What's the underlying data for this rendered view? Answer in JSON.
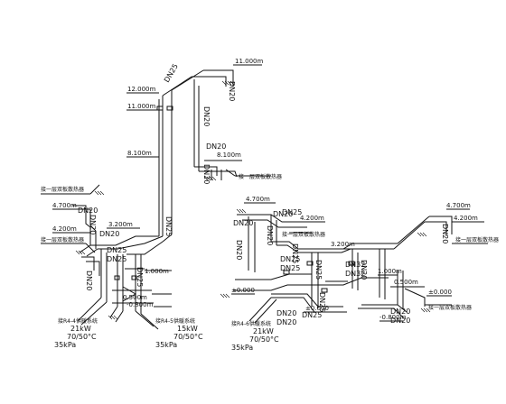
{
  "colors": {
    "line": "#111111",
    "background": "#ffffff"
  },
  "elevations": {
    "e11_top": "11.000m",
    "e12_left": "12.000m",
    "e11_left": "11.000m",
    "e8_left": "8.100m",
    "e8_right": "8.100m",
    "e47_a": "4.700m",
    "e42_a": "4.200m",
    "e32_a": "3.200m",
    "e10_a": "1.000m",
    "e05_a": "0.500m",
    "em08_a": "-0.800m",
    "e47_b": "4.700m",
    "e42_b": "4.200m",
    "e32_b": "3.200m",
    "e10_b": "1.000m",
    "e00_b": "±0.000",
    "e05_b": "0.500m",
    "e00_c": "±0.000",
    "em08_b": "-0.800m",
    "e47_c": "4.700m",
    "e42_c": "4.200m",
    "e00_d": "±0.000"
  },
  "dn_labels": {
    "d1": "DN25",
    "d2": "DN20",
    "d3": "DN20",
    "d4": "DN20",
    "d5": "DN20",
    "d6": "DN20",
    "d7": "DN20",
    "d8": "DN20",
    "d9": "DN25",
    "d10": "DN25",
    "d11": "DN25",
    "d12": "DN20",
    "d13": "DN25",
    "d14": "DN20",
    "d15": "DN20",
    "d16": "DN25",
    "d17": "DN20",
    "d18": "DN20",
    "d19": "DN25",
    "d20": "DN25",
    "d21": "DN25",
    "d22": "DN25",
    "d23": "DN25",
    "d24": "DN32",
    "d25": "DN32",
    "d26": "DN20",
    "d27": "DN20",
    "d28": "DN20",
    "d29": "DN25",
    "d30": "DN20",
    "d31": "DN20",
    "d32": "DN20"
  },
  "systems": {
    "left": {
      "name_left": "接R4-4供暖系统",
      "load_left": "21kW",
      "temp_left": "70/50°C",
      "press_left": "35kPa",
      "name_right": "接R4-5供暖系统",
      "load_right": "15kW",
      "temp_right": "70/50°C",
      "press_right": "35kPa"
    },
    "right": {
      "name": "接R4-6供暖系统",
      "load": "21kW",
      "temp": "70/50°C",
      "press": "35kPa"
    }
  },
  "notes": {
    "n1": "接一层双板散热器",
    "n2": "接一层双板散热器",
    "n3": "接一层双板散热器",
    "n4": "接一层双板散热器",
    "n5": "接一层双板散热器",
    "n6": "接一层双板散热器"
  }
}
